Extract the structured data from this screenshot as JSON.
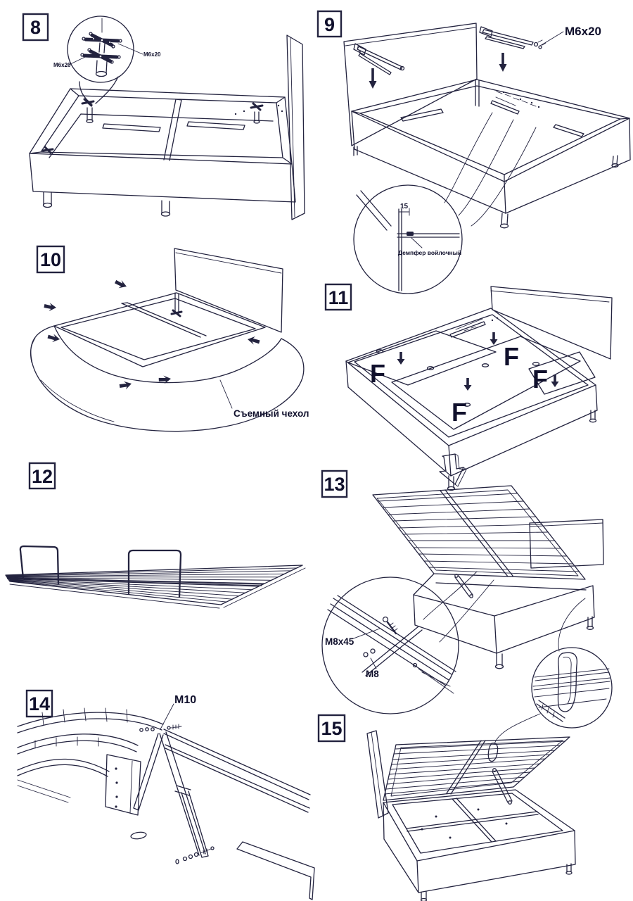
{
  "figure": {
    "type": "assembly-instructions",
    "subject": "bed with lift-up slat base and storage",
    "line_color": "#23233f",
    "background": "#ffffff"
  },
  "step8": {
    "number": "8",
    "labels": {
      "screw_left": "M6x20",
      "screw_right": "M6x20"
    }
  },
  "step9": {
    "number": "9",
    "labels": {
      "screw": "M6x20",
      "damper_offset": "15",
      "damper": "Демпфер войлочный"
    }
  },
  "step10": {
    "number": "10",
    "labels": {
      "cover": "Съемный чехол"
    }
  },
  "step11": {
    "number": "11",
    "labels": {
      "f1": "F",
      "f2": "F",
      "f3": "F",
      "f4": "F"
    }
  },
  "step12": {
    "number": "12"
  },
  "step13": {
    "number": "13",
    "labels": {
      "bolt": "M8x45",
      "nut": "M8"
    }
  },
  "step14": {
    "number": "14",
    "labels": {
      "bolt": "M10"
    }
  },
  "step15": {
    "number": "15"
  }
}
